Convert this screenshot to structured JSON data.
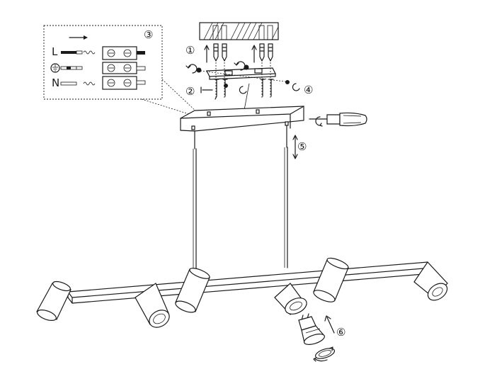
{
  "diagram": {
    "steps": [
      {
        "id": "1",
        "glyph": "①"
      },
      {
        "id": "2",
        "glyph": "②"
      },
      {
        "id": "3",
        "glyph": "③"
      },
      {
        "id": "4",
        "glyph": "④"
      },
      {
        "id": "5",
        "glyph": "⑤"
      },
      {
        "id": "6",
        "glyph": "⑥"
      }
    ],
    "wiring": {
      "live": "L",
      "neutral": "N"
    },
    "icons": {
      "ground": "ground-icon",
      "direction": "arrow-right-icon",
      "screwdriver": "screwdriver-icon",
      "rotation": "rotate-arrow-icon"
    }
  }
}
